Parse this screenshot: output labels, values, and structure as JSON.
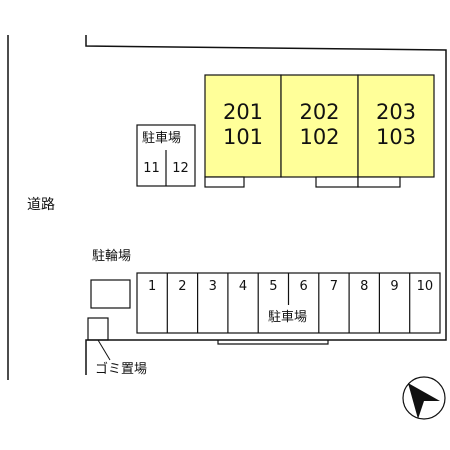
{
  "colors": {
    "building_fill": "#ffff99",
    "line": "#111111",
    "background": "#ffffff"
  },
  "road": {
    "label": "道路"
  },
  "units": [
    {
      "top": "201",
      "bottom": "101"
    },
    {
      "top": "202",
      "bottom": "102"
    },
    {
      "top": "203",
      "bottom": "103"
    }
  ],
  "small_parking": {
    "label": "駐車場",
    "slots": [
      "11",
      "12"
    ]
  },
  "bicycle_parking": {
    "label": "駐輪場"
  },
  "main_parking": {
    "label": "駐車場",
    "slots": [
      "1",
      "2",
      "3",
      "4",
      "5",
      "6",
      "7",
      "8",
      "9",
      "10"
    ]
  },
  "garbage": {
    "label": "ゴミ置場"
  },
  "compass": {
    "icon": "north-arrow-icon"
  }
}
